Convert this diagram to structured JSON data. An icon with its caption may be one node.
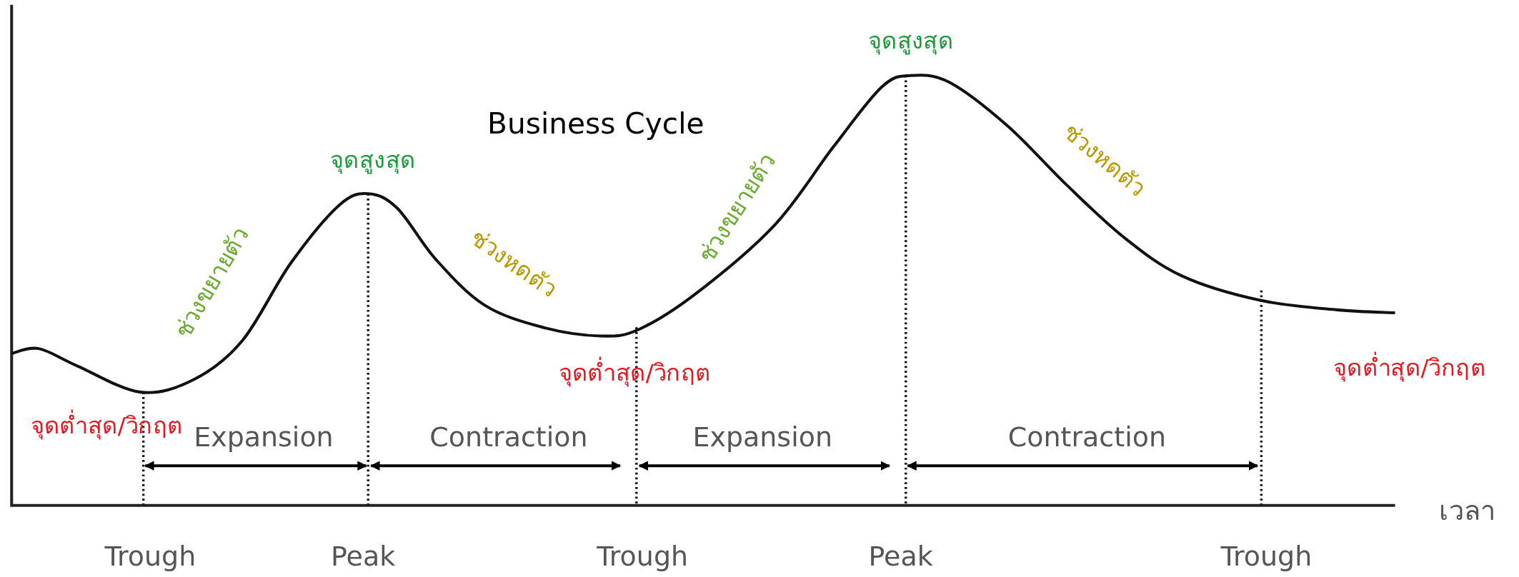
{
  "diagram": {
    "title": "Business Cycle",
    "labels": [
      "จุดสูงสุด",
      "จุดสูงสุด",
      "ช่วงหดตัว",
      "ช่วงขยายตัว",
      "ช่วงหดตัว",
      "ช่วงขยายตัว",
      "จุดต่ำสุด/วิกฤต",
      "จุดต่ำสุด/วิกฤต",
      "จุดต่ำสุด/วิกฤต",
      "Expansion",
      "Contraction",
      "Expansion",
      "Contraction",
      "เวลา",
      "Trough",
      "Peak",
      "Trough",
      "Peak",
      "Trough"
    ]
  }
}
